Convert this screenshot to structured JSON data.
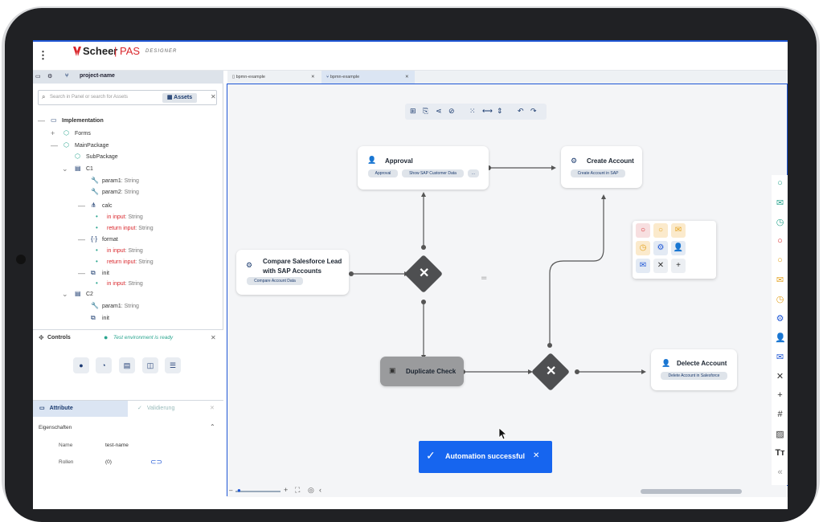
{
  "header": {
    "brand": "Scheer",
    "separator": "|",
    "product": "PAS",
    "designer": "DESIGNER"
  },
  "left_panel": {
    "project": "project-name",
    "search_placeholder": "Search in Panel or search for Assets",
    "assets_button": "Assets",
    "tree": [
      {
        "label": "Implementation"
      },
      {
        "label": "Forms"
      },
      {
        "label": "MainPackage"
      },
      {
        "label": "SubPackage"
      },
      {
        "label": "C1"
      },
      {
        "label": "param1",
        "type": ": String"
      },
      {
        "label": "param2",
        "type": ": String"
      },
      {
        "label": "calc"
      },
      {
        "label": "in input",
        "type": ": String"
      },
      {
        "label": "return input",
        "type": ": String"
      },
      {
        "label": "format"
      },
      {
        "label": "in input",
        "type": ": String"
      },
      {
        "label": "return input",
        "type": ": String"
      },
      {
        "label": "init"
      },
      {
        "label": "in input",
        "type": ": String"
      },
      {
        "label": "C2"
      },
      {
        "label": "param1",
        "type": ": String"
      },
      {
        "label": "init"
      }
    ],
    "controls": {
      "title": "Controls",
      "status": "Test environment is ready"
    },
    "attributes": {
      "tab_attribute": "Attribute",
      "tab_validation": "Validierung",
      "section": "Eigenschaften",
      "name_label": "Name",
      "name_value": "test-name",
      "roles_label": "Rollen",
      "roles_value": "(0)"
    }
  },
  "tabs": [
    {
      "label": "bpmn-example"
    },
    {
      "label": "bpmn-example"
    }
  ],
  "nodes": {
    "approval": {
      "title": "Approval",
      "chips": [
        "Approval",
        "Show SAP Customer Data",
        "..."
      ]
    },
    "create_account": {
      "title": "Create Account",
      "chip": "Create Account in SAP"
    },
    "compare": {
      "title_line1": "Compare Salesforce Lead",
      "title_line2": "with SAP Accounts",
      "chip": "Compare Account Data"
    },
    "duplicate": {
      "title": "Duplicate Check"
    },
    "delete": {
      "title": "Delecte Account",
      "chip": "Delete Account in Salesforce"
    }
  },
  "toast": {
    "text": "Automation successful"
  },
  "colors": {
    "accent": "#1f57d6",
    "toast": "#1665ef",
    "gateway": "#4e4f51",
    "brand_red": "#d9262b"
  }
}
